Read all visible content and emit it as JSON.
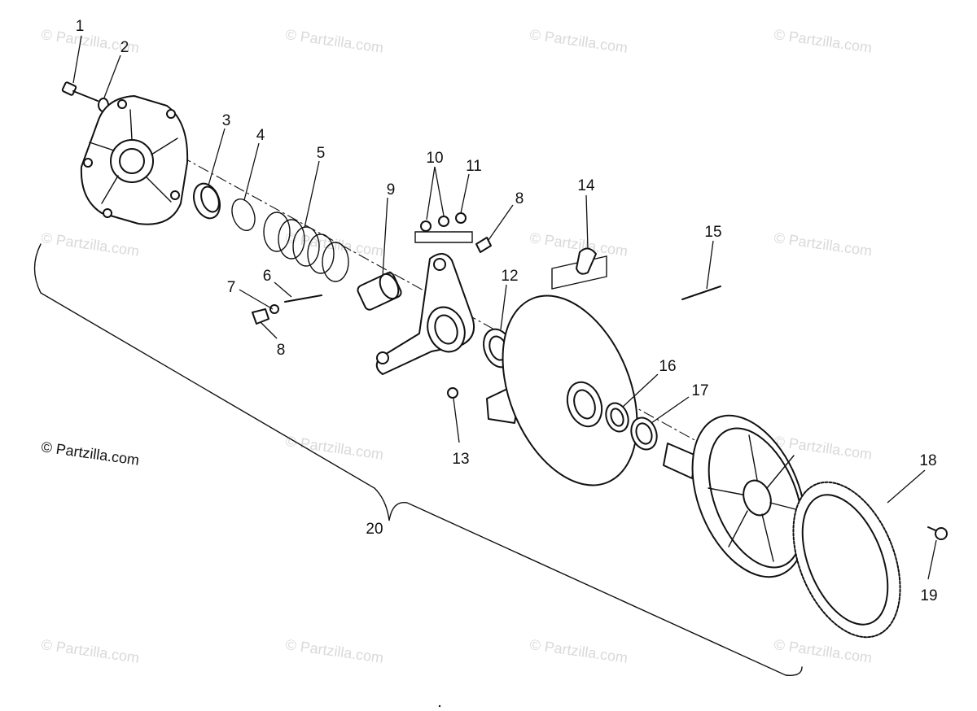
{
  "watermark": "© Partzilla.com",
  "copyright": "© Partzilla.com",
  "callouts": {
    "c1": "1",
    "c2": "2",
    "c3": "3",
    "c4": "4",
    "c5": "5",
    "c6": "6",
    "c7": "7",
    "c8a": "8",
    "c8b": "8",
    "c9": "9",
    "c10": "10",
    "c11": "11",
    "c12": "12",
    "c13": "13",
    "c14": "14",
    "c15": "15",
    "c16": "16",
    "c17": "17",
    "c18": "18",
    "c19": "19",
    "c20": "20"
  }
}
